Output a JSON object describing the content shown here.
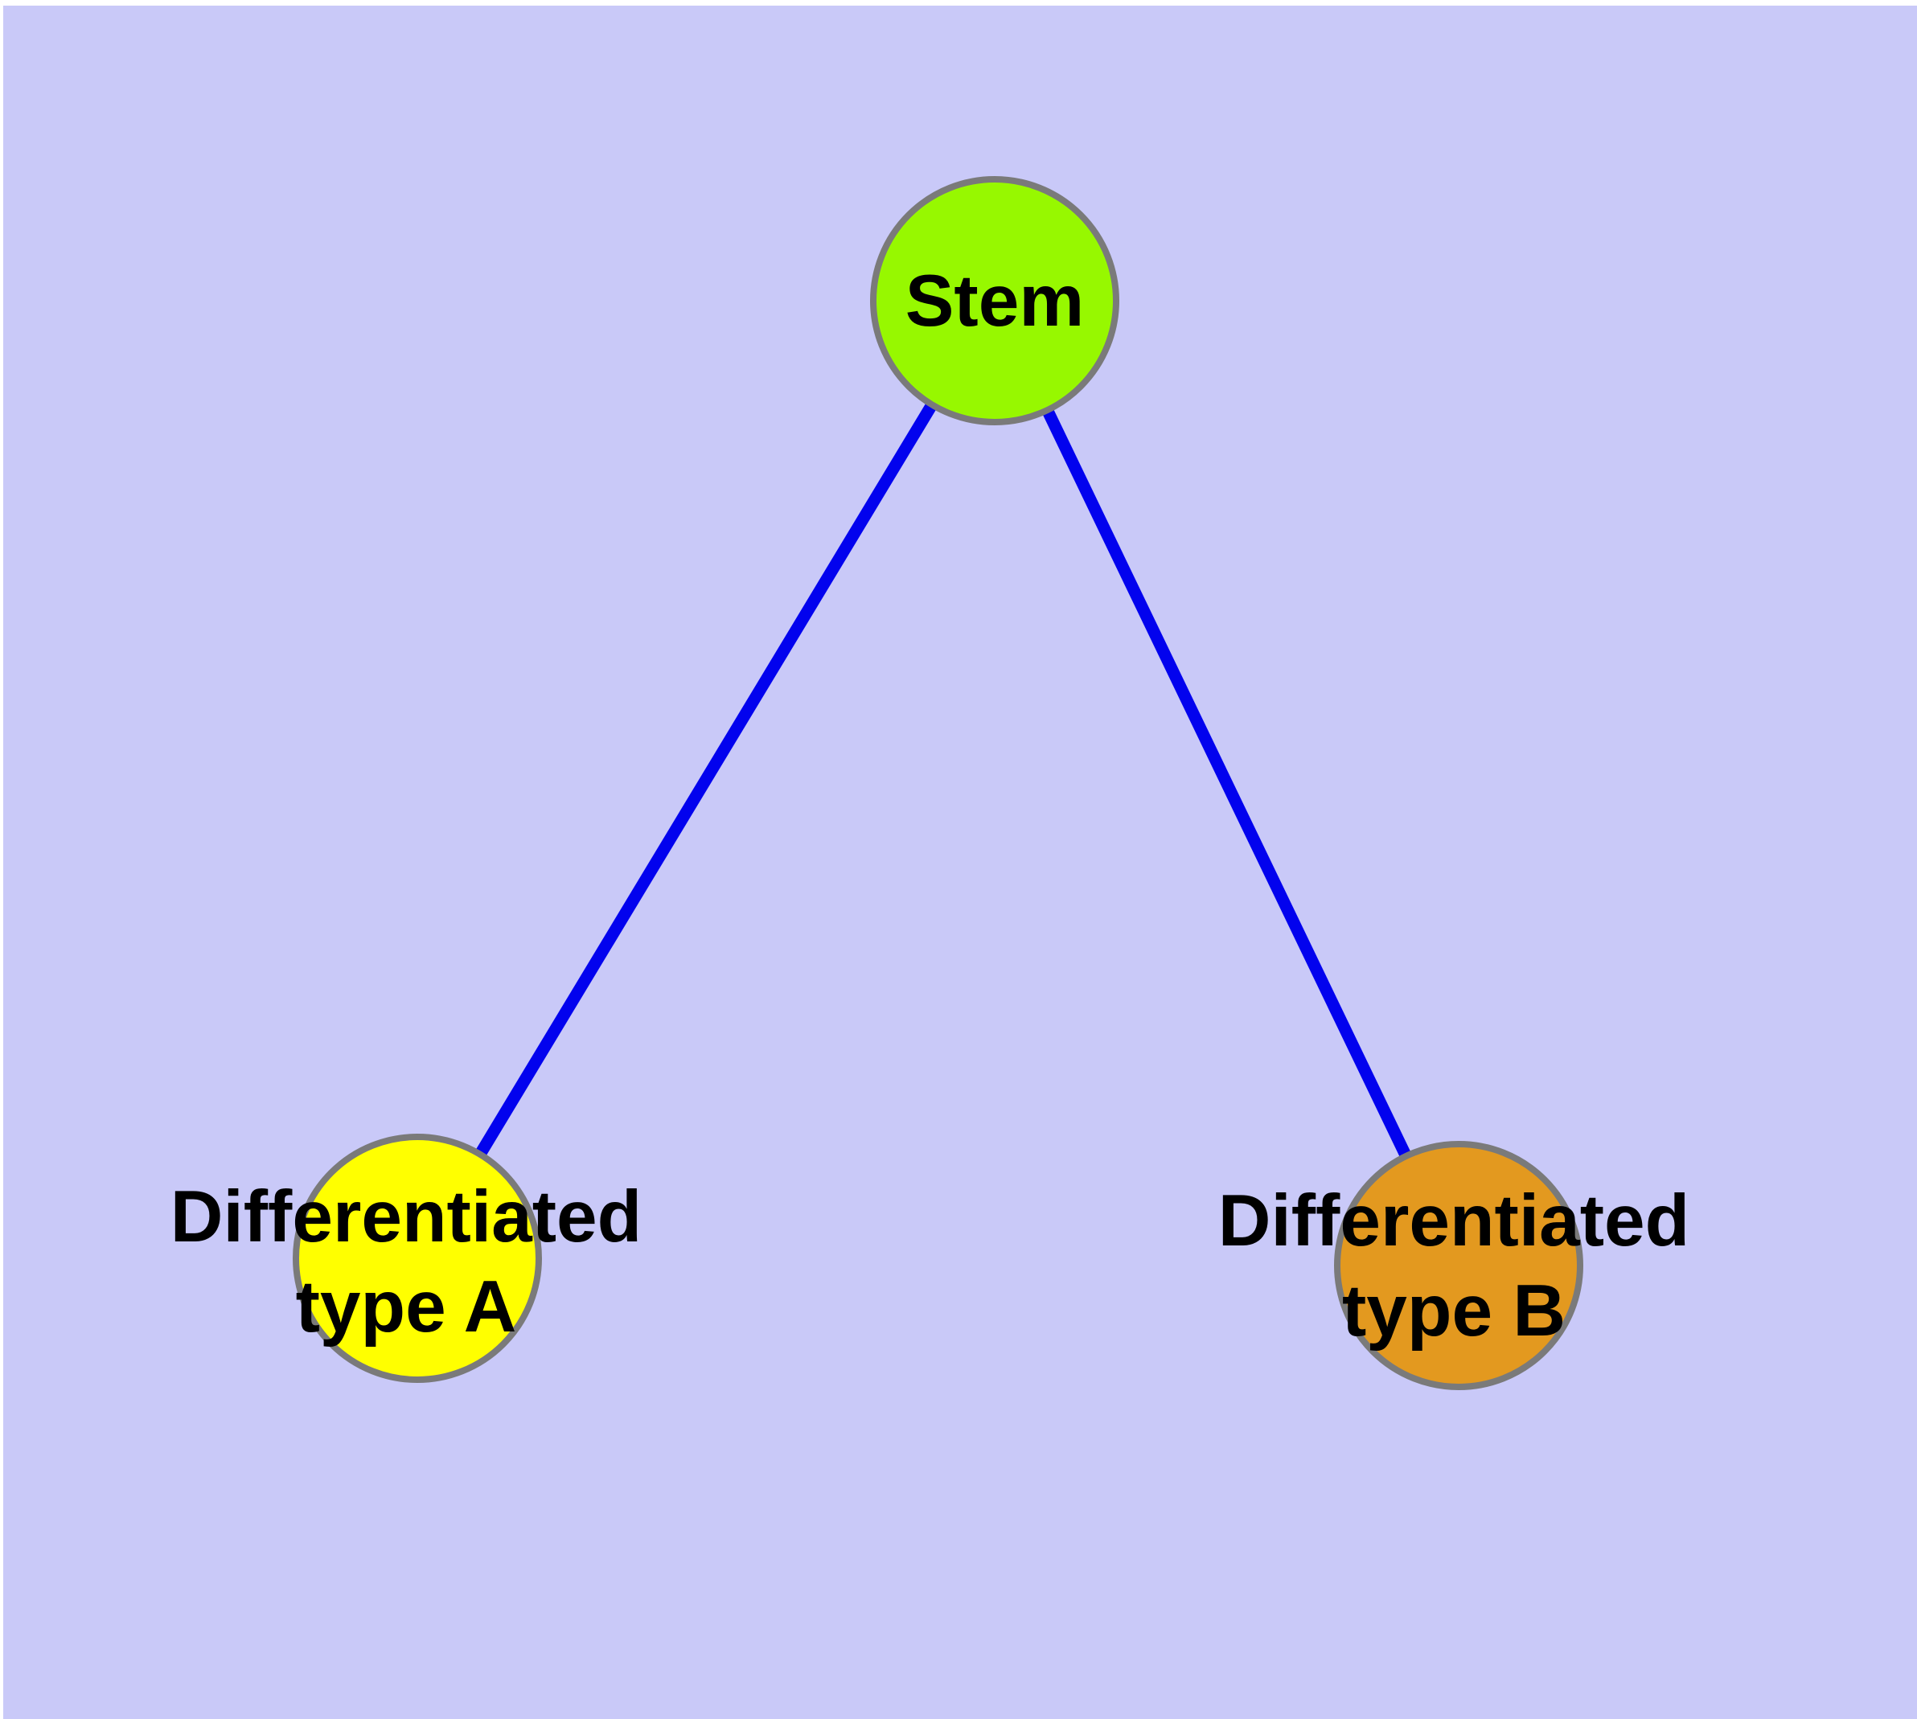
{
  "diagram": {
    "title": "",
    "colors": {
      "page_margin": "#ffffff",
      "background": "#c9c9f8",
      "edge": "#0202ee",
      "node_border": "#7a7a7a",
      "label_text": "#000000",
      "stem_fill": "#97f800",
      "type_a_fill": "#ffff00",
      "type_b_fill": "#e3991f"
    },
    "nodes": [
      {
        "id": "stem",
        "label": "Stem",
        "label_lines": [
          "Stem"
        ],
        "fill": "#97f800"
      },
      {
        "id": "differentiated-type-a",
        "label": "Differentiated type A",
        "label_lines": [
          "Differentiated",
          "type A"
        ],
        "fill": "#ffff00"
      },
      {
        "id": "differentiated-type-b",
        "label": "Differentiated type B",
        "label_lines": [
          "Differentiated",
          "type B"
        ],
        "fill": "#e3991f"
      }
    ],
    "edges": [
      {
        "from": "Stem",
        "to": "Differentiated type A"
      },
      {
        "from": "Stem",
        "to": "Differentiated type B"
      }
    ]
  }
}
